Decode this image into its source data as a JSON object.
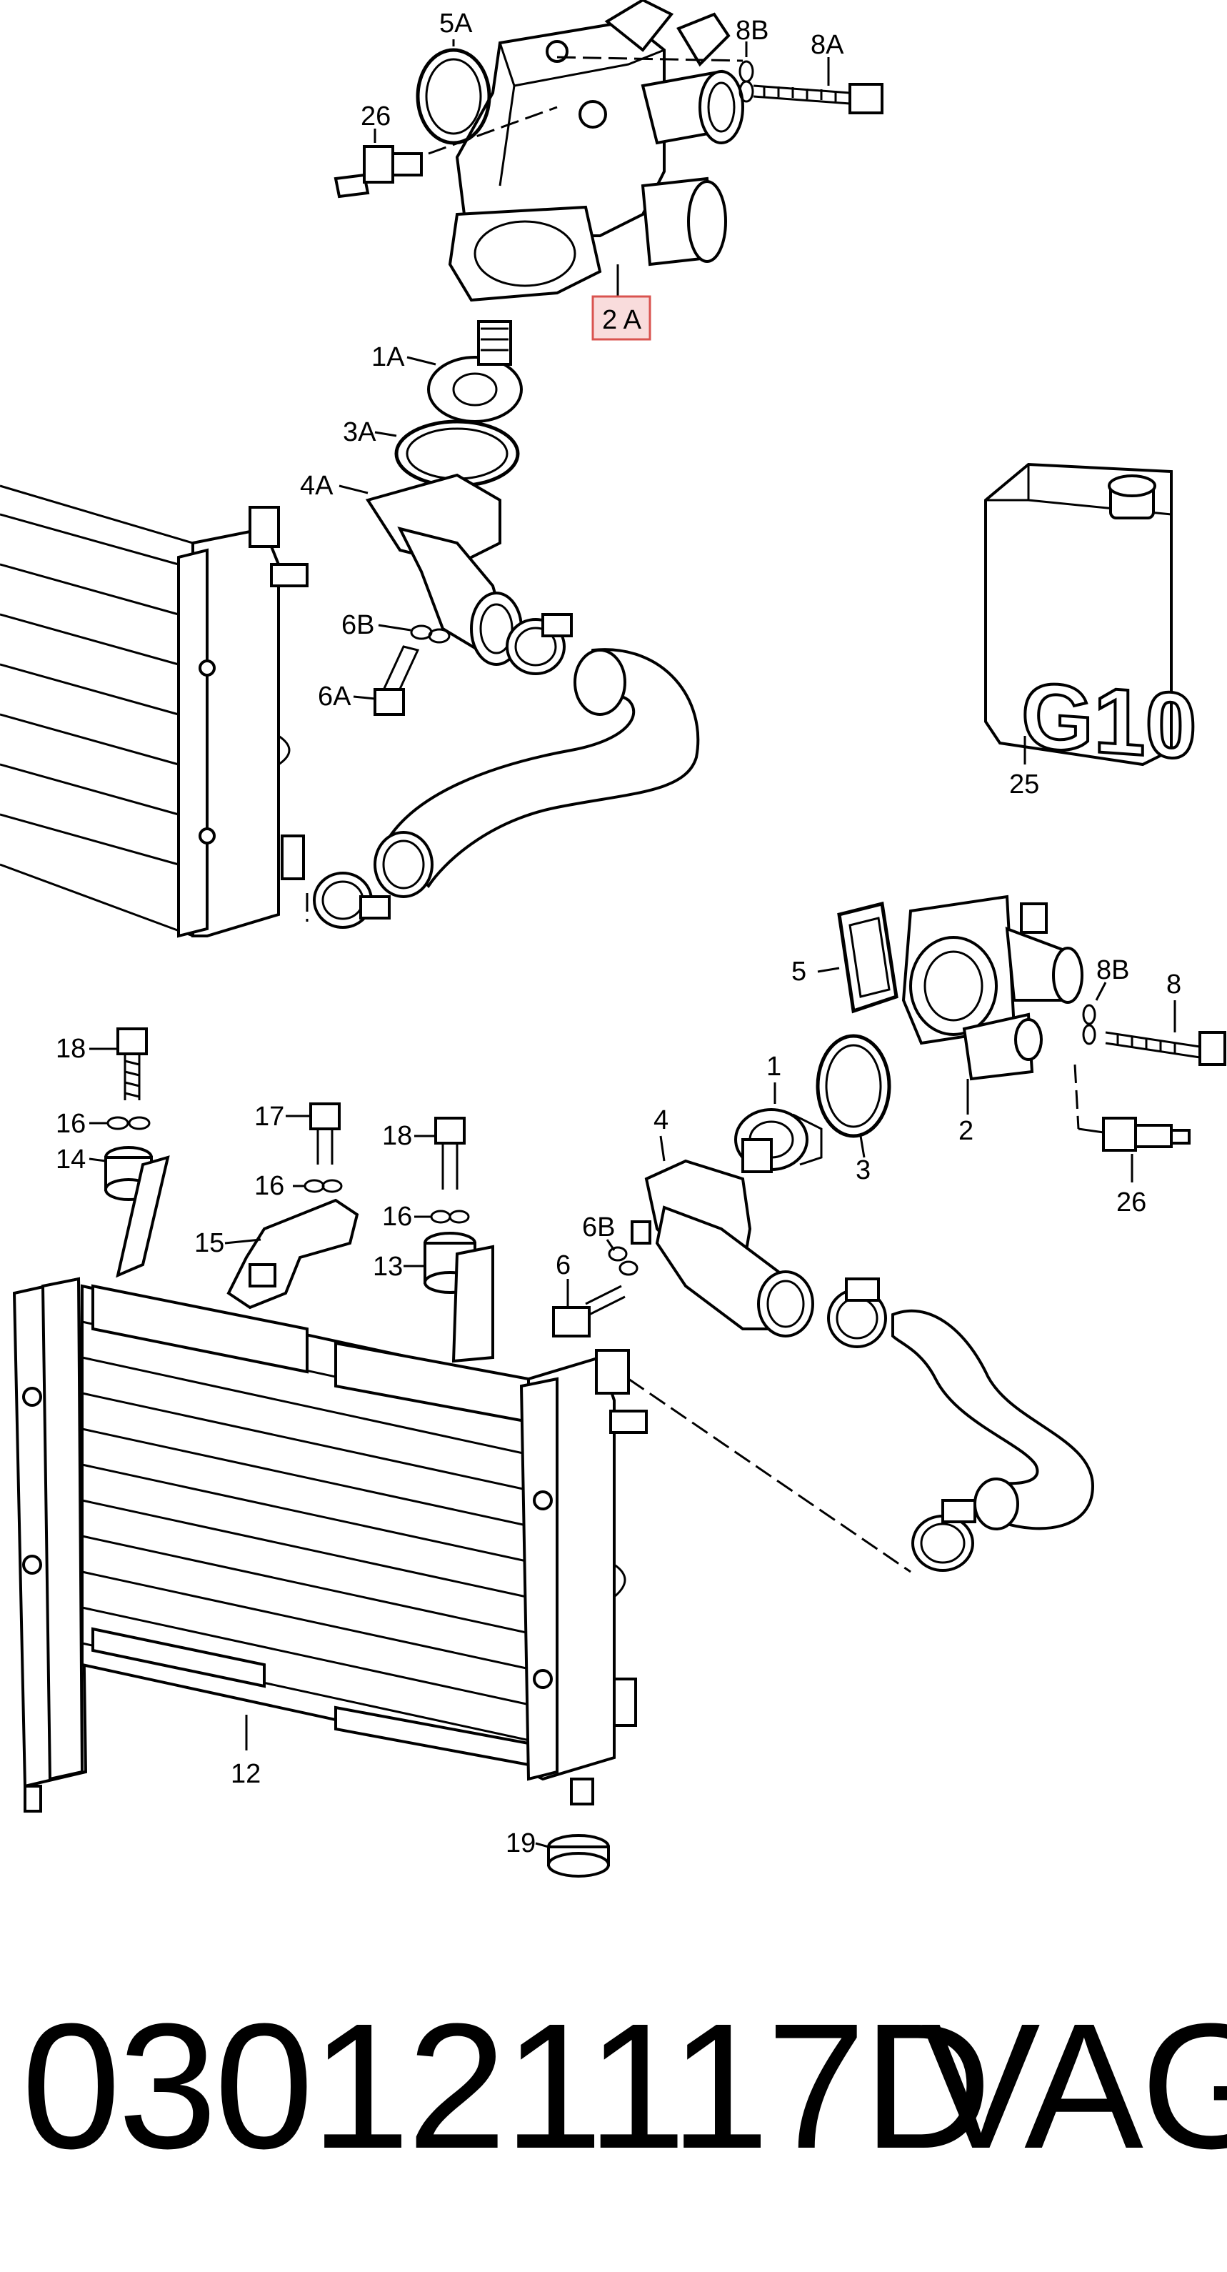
{
  "labels": {
    "l5A": "5A",
    "l8B_top": "8B",
    "l8A": "8A",
    "l26_top": "26",
    "l2A": "2 A",
    "l1A": "1A",
    "l3A": "3A",
    "l4A": "4A",
    "l6B_top": "6B",
    "l6A": "6A",
    "l25": "25",
    "jug_text": "G10",
    "l5": "5",
    "l8B_right": "8B",
    "l8": "8",
    "l1": "1",
    "l4": "4",
    "l3": "3",
    "l2": "2",
    "l26_right": "26",
    "l6B_mid": "6B",
    "l6": "6",
    "l18_left": "18",
    "l16_left": "16",
    "l14": "14",
    "l17": "17",
    "l16_mid": "16",
    "l15": "15",
    "l18_mid": "18",
    "l16_right": "16",
    "l13": "13",
    "l12": "12",
    "l19": "19"
  },
  "highlight_color": "#f9dcdc",
  "highlight_border": "#d9534f",
  "footer": {
    "part_number": "030121117D",
    "brand": "VAG"
  }
}
